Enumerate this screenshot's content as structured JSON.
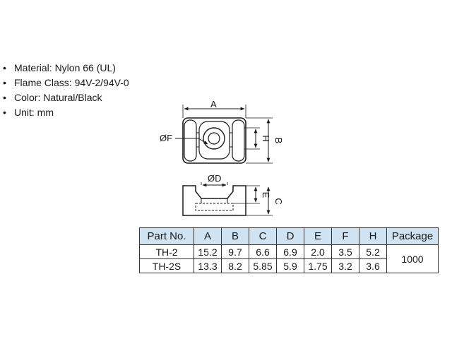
{
  "specs": [
    "Material: Nylon 66 (UL)",
    "Flame Class: 94V-2/94V-0",
    "Color: Natural/Black",
    "Unit: mm"
  ],
  "drawing": {
    "top_view": {
      "dim_a": "A",
      "dim_b": "B",
      "dim_h": "H",
      "dim_f": "ØF"
    },
    "side_view": {
      "dim_d": "ØD",
      "dim_e": "E",
      "dim_c": "C"
    }
  },
  "table": {
    "headers": [
      "Part No.",
      "A",
      "B",
      "C",
      "D",
      "E",
      "F",
      "H",
      "Package"
    ],
    "rows": [
      [
        "TH-2",
        "15.2",
        "9.7",
        "6.6",
        "6.9",
        "2.0",
        "3.5",
        "5.2"
      ],
      [
        "TH-2S",
        "13.3",
        "8.2",
        "5.85",
        "5.9",
        "1.75",
        "3.2",
        "3.6"
      ]
    ],
    "package": "1000"
  }
}
